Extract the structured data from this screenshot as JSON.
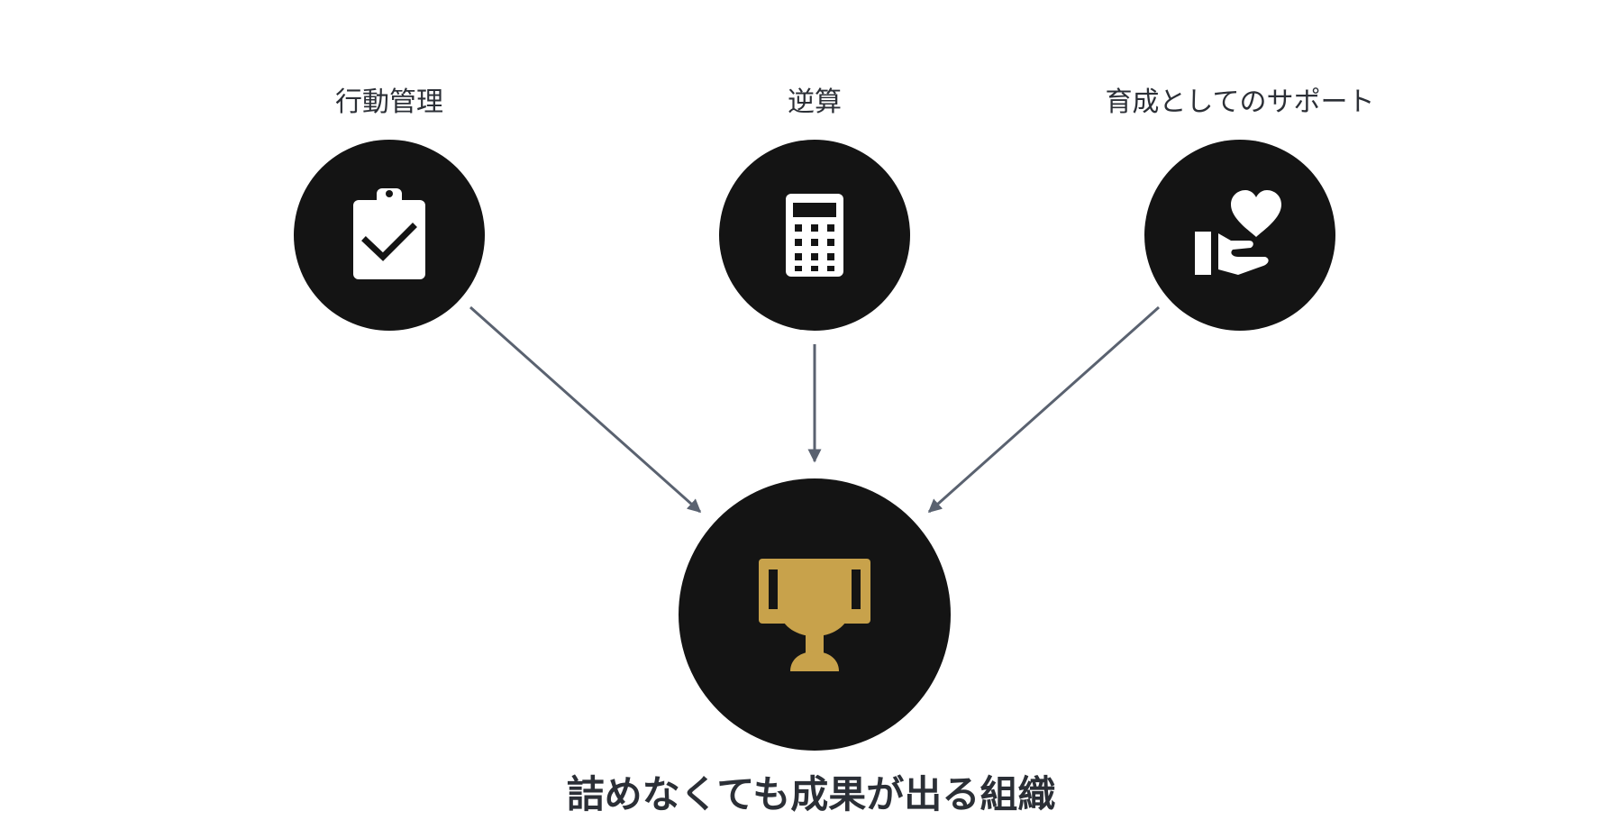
{
  "diagram": {
    "inputs": [
      {
        "label": "行動管理",
        "icon": "clipboard-check-icon"
      },
      {
        "label": "逆算",
        "icon": "calculator-icon"
      },
      {
        "label": "育成としてのサポート",
        "icon": "hand-heart-icon"
      }
    ],
    "outcome": {
      "label": "詰めなくても成果が出る組織",
      "icon": "trophy-icon",
      "icon_color": "#C8A24B"
    },
    "colors": {
      "node_fill": "#141414",
      "icon_white": "#FFFFFF",
      "arrow": "#5A6270",
      "text": "#2B2F36"
    }
  }
}
